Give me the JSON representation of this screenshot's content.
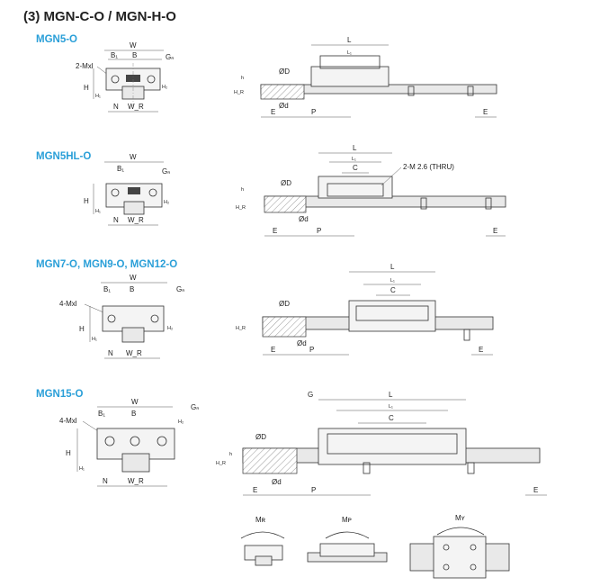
{
  "title": "(3) MGN-C-O / MGN-H-O",
  "sections": {
    "mgn5": "MGN5-O",
    "mgn5hl": "MGN5HL-O",
    "mgn7": "MGN7-O, MGN9-O, MGN12-O",
    "mgn15": "MGN15-O"
  },
  "labels": {
    "W": "W",
    "B": "B",
    "B1": "B₁",
    "Gn": "Gₙ",
    "H": "H",
    "H1": "H₁",
    "H2": "H₂",
    "N": "N",
    "WR": "W_R",
    "HR": "H_R",
    "h": "h",
    "L": "L",
    "L1": "L₁",
    "C": "C",
    "D": "ØD",
    "d": "Ød",
    "E": "E",
    "P": "P",
    "G": "G",
    "M_small": "2-Mxl",
    "M_four": "4-Mxl",
    "thru": "2-M 2.6 (THRU)",
    "MR": "Mʀ",
    "MP": "Mᴘ",
    "MY": "Mʏ"
  }
}
